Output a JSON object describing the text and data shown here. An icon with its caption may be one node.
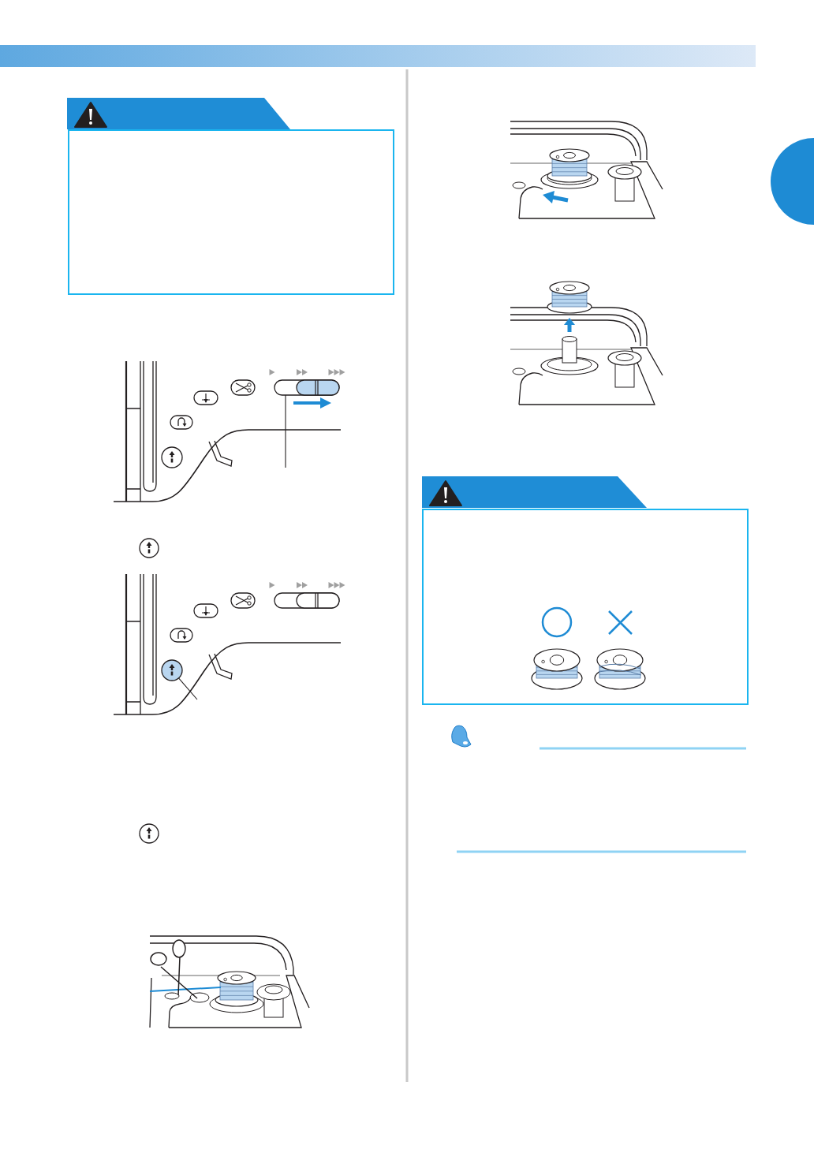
{
  "diagram": {
    "nodes": [
      {
        "text": [],
        "shape": "box"
      },
      {
        "text": [],
        "shape": "bar"
      },
      {
        "text": [],
        "shape": "circle"
      },
      {
        "text": [],
        "shape": "box"
      }
    ],
    "edges": [
      {
        "from": null,
        "to": 1,
        "arrow": "none"
      },
      {
        "from": null,
        "to": 2,
        "arrow": "none"
      }
    ]
  }
}
